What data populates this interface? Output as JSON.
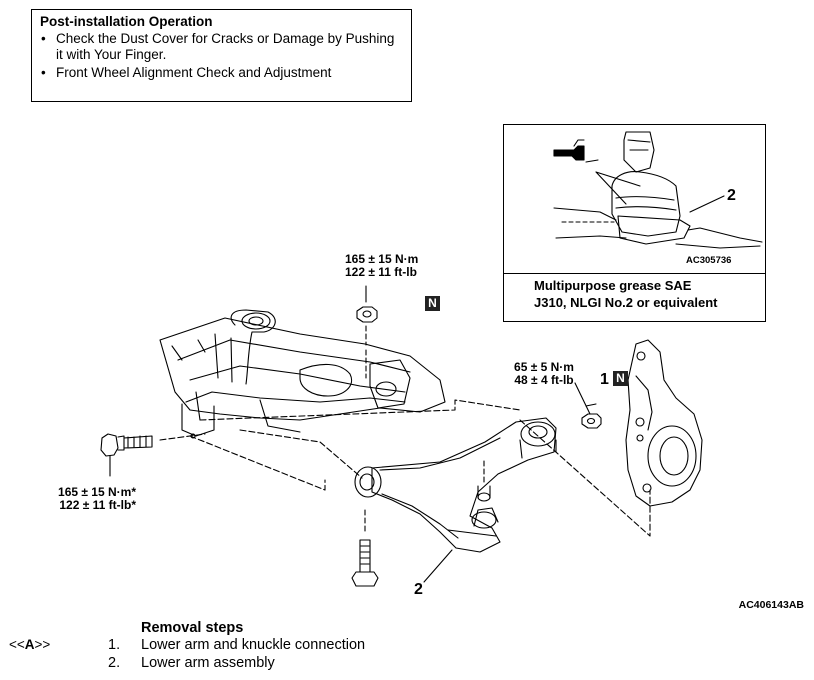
{
  "note": {
    "heading": "Post-installation Operation",
    "items": [
      "Check the Dust Cover for Cracks or Damage by Pushing it with Your Finger.",
      "Front Wheel Alignment Check and Adjustment"
    ]
  },
  "torque_top": {
    "nm": "165 ± 15 N·m",
    "ftlb": "122 ± 11 ft-lb"
  },
  "torque_left": {
    "nm": "165 ± 15 N·m*",
    "ftlb": "122 ± 11 ft-lb*"
  },
  "torque_right": {
    "nm": "65 ± 5 N·m",
    "ftlb": "48 ± 4 ft-lb"
  },
  "badge_n": "N",
  "callouts": {
    "one": "1",
    "two": "2"
  },
  "inset": {
    "callout": "2",
    "code": "AC305736",
    "grease_line1": "Multipurpose grease SAE",
    "grease_line2": "J310, NLGI No.2 or equivalent"
  },
  "figure_code": "AC406143AB",
  "removal": {
    "title": "Removal steps",
    "ref_open": "<<",
    "ref_letter": "A",
    "ref_close": ">>",
    "steps": [
      {
        "num": "1.",
        "text": "Lower arm and knuckle connection"
      },
      {
        "num": "2.",
        "text": "Lower arm assembly"
      }
    ]
  }
}
